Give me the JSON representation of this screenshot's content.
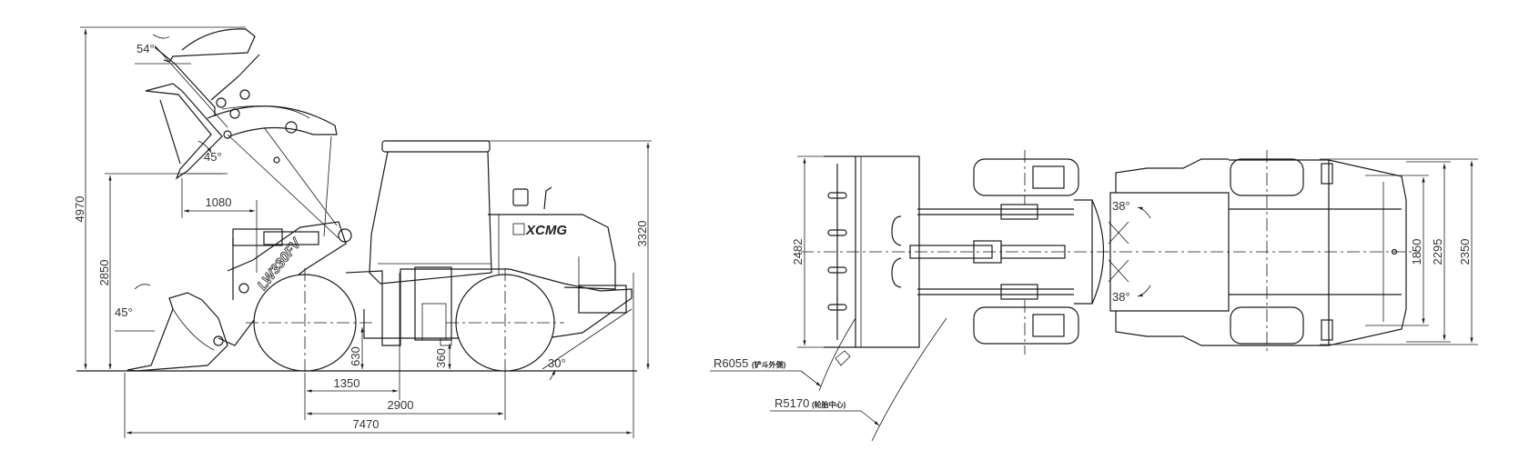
{
  "side_view": {
    "dims": {
      "overall_height_raised": "4970",
      "dump_clearance": "2850",
      "cab_height": "3320",
      "dump_reach": "1080",
      "axle_to_hitch": "1350",
      "wheelbase": "2900",
      "overall_length": "7470",
      "axle_height": "630",
      "ground_clearance": "360"
    },
    "angles": {
      "rollback_raised": "54°",
      "dump_angle": "45°",
      "rollback_ground": "45°",
      "departure_angle": "30°"
    },
    "model_label": "LW330FV",
    "brand_logo": "XCMG"
  },
  "top_view": {
    "dims": {
      "bucket_width": "2482",
      "tread": "1850",
      "width_over_tires": "2295",
      "overall_width": "2350"
    },
    "angles": {
      "steer_left": "38°",
      "steer_right": "38°"
    },
    "radii": {
      "outer_bucket": "R6055",
      "outer_bucket_note": "(铲斗外侧)",
      "tire_center": "R5170",
      "tire_center_note": "(轮胎中心)"
    }
  }
}
